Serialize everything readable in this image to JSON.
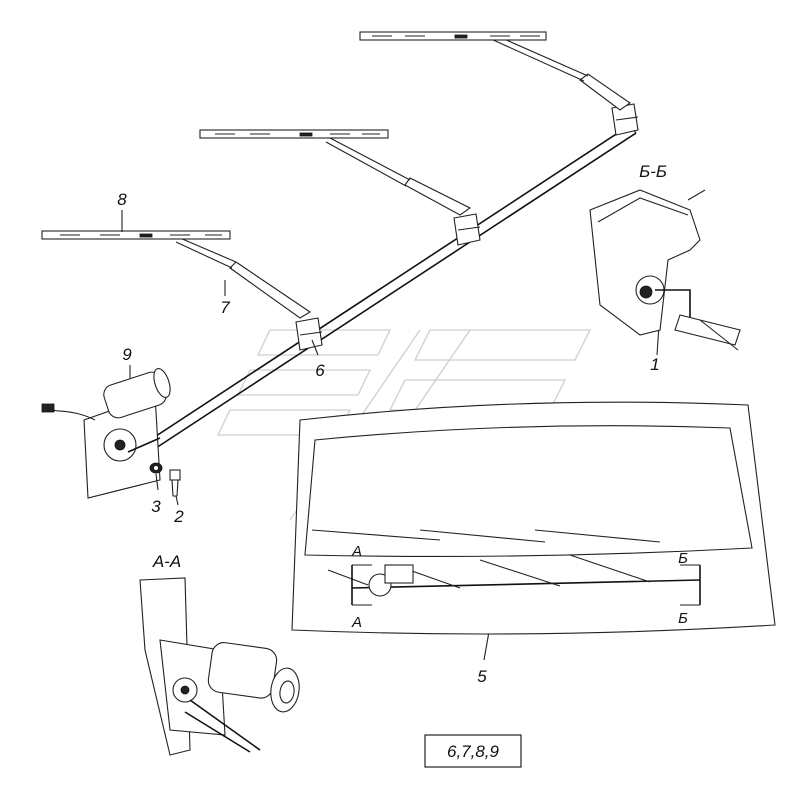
{
  "callouts": {
    "c1": "1",
    "c2": "2",
    "c3": "3",
    "c5": "5",
    "c6": "6",
    "c7": "7",
    "c8": "8",
    "c9": "9"
  },
  "sections": {
    "aa_title": "А-А",
    "bb_title": "Б-Б",
    "a_top": "А",
    "a_bottom": "А",
    "b_top": "Б",
    "b_bottom": "Б"
  },
  "kit_box": "6,7,8,9"
}
